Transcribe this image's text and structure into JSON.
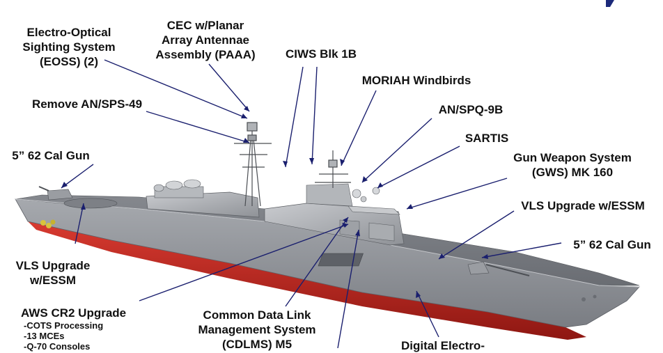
{
  "callouts": {
    "eoss": [
      "Electro-Optical",
      "Sighting System",
      "(EOSS) (2)"
    ],
    "cec": [
      "CEC w/Planar",
      "Array Antennae",
      "Assembly (PAAA)"
    ],
    "ciws": [
      "CIWS Blk 1B"
    ],
    "moriah": [
      "MORIAH Windbirds"
    ],
    "spq9b": [
      "AN/SPQ-9B"
    ],
    "sartis": [
      "SARTIS"
    ],
    "sps49": [
      "Remove AN/SPS-49"
    ],
    "gws": [
      "Gun Weapon System",
      "(GWS) MK 160"
    ],
    "gun_fwd": [
      "5” 62 Cal Gun"
    ],
    "gun_aft": [
      "5” 62 Cal Gun"
    ],
    "vls_left": [
      "VLS Upgrade",
      "w/ESSM"
    ],
    "vls_right": [
      "VLS Upgrade w/ESSM"
    ],
    "aws": [
      "AWS CR2 Upgrade"
    ],
    "aws_items": [
      "-COTS Processing",
      "-13 MCEs",
      "-Q-70 Consoles"
    ],
    "cdlms": [
      "Common Data Link",
      "Management System",
      "(CDLMS) M5"
    ],
    "digital": [
      "Digital Electro-"
    ]
  },
  "colors": {
    "leader": "#1a1f6e",
    "hull_gray": "#8d9096",
    "hull_red": "#c4261f",
    "deck": "#6f7278",
    "superstructure": "#a9acb1",
    "accent": "#1c2a7a"
  }
}
